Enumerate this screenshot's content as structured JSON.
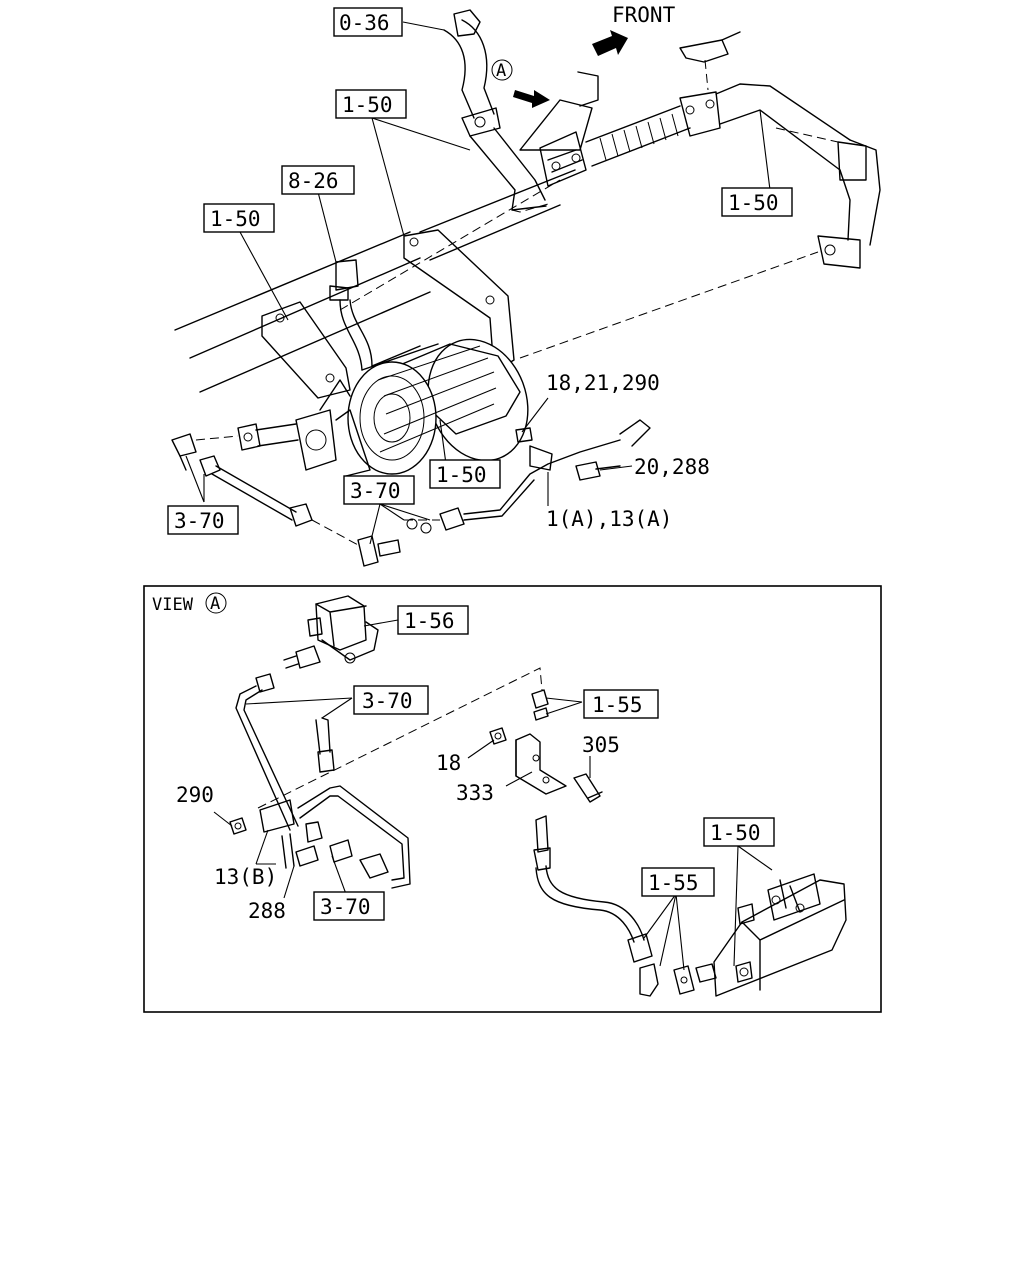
{
  "direction_label": "FRONT",
  "view_marker": "A",
  "view_title": "VIEW",
  "callouts_main": {
    "c_0_36": "0-36",
    "c_1_50_top": "1-50",
    "c_8_26": "8-26",
    "c_1_50_left": "1-50",
    "c_1_50_right": "1-50",
    "c_1_50_mid": "1-50",
    "c_3_70_left": "3-70",
    "c_3_70_center": "3-70",
    "c_18_21_290": "18,21,290",
    "c_20_288": "20,288",
    "c_1a_13a": "1(A),13(A)"
  },
  "callouts_view": {
    "c_1_56": "1-56",
    "c_3_70_upper": "3-70",
    "c_1_55_upper": "1-55",
    "c_18": "18",
    "c_305": "305",
    "c_333": "333",
    "c_290": "290",
    "c_13b": "13(B)",
    "c_288": "288",
    "c_3_70_lower": "3-70",
    "c_1_50": "1-50",
    "c_1_55_lower": "1-55"
  }
}
